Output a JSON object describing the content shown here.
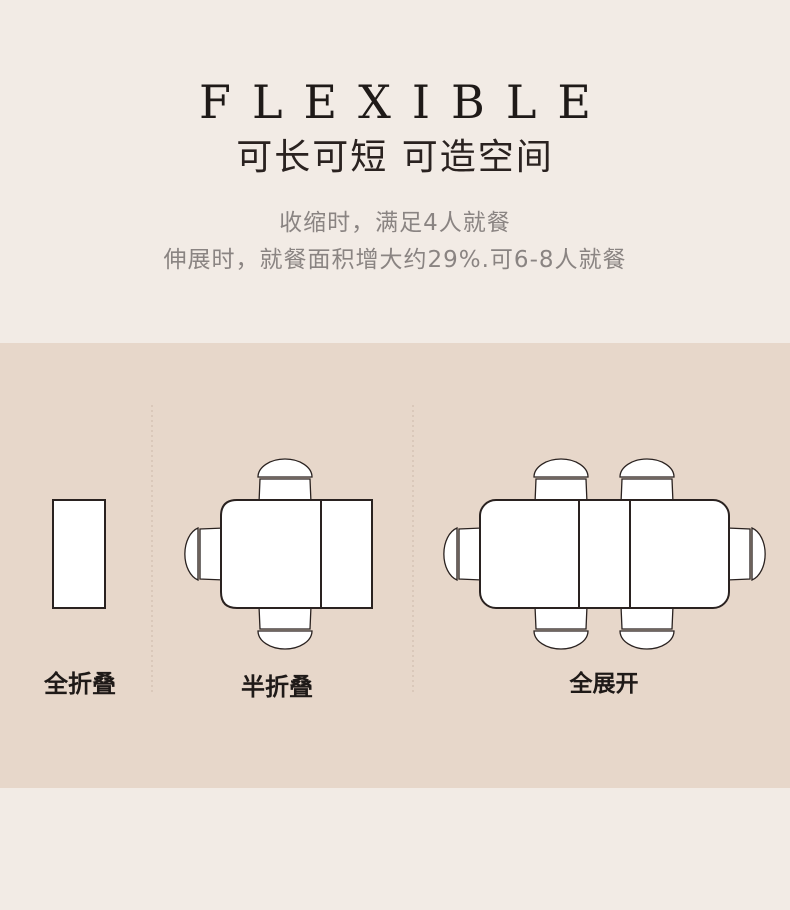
{
  "header": {
    "title_en": "FLEXIBLE",
    "title_cn": "可长可短 可造空间",
    "desc_line1": "收缩时，满足4人就餐",
    "desc_line2": "伸展时，就餐面积增大约29%.可6-8人就餐"
  },
  "modes": {
    "fully_folded": "全折叠",
    "half_folded": "半折叠",
    "fully_extended": "全展开"
  },
  "colors": {
    "top_background": "#f2ebe5",
    "panel_background": "#e7d7ca",
    "outline": "#2a2220",
    "fill": "#ffffff"
  }
}
